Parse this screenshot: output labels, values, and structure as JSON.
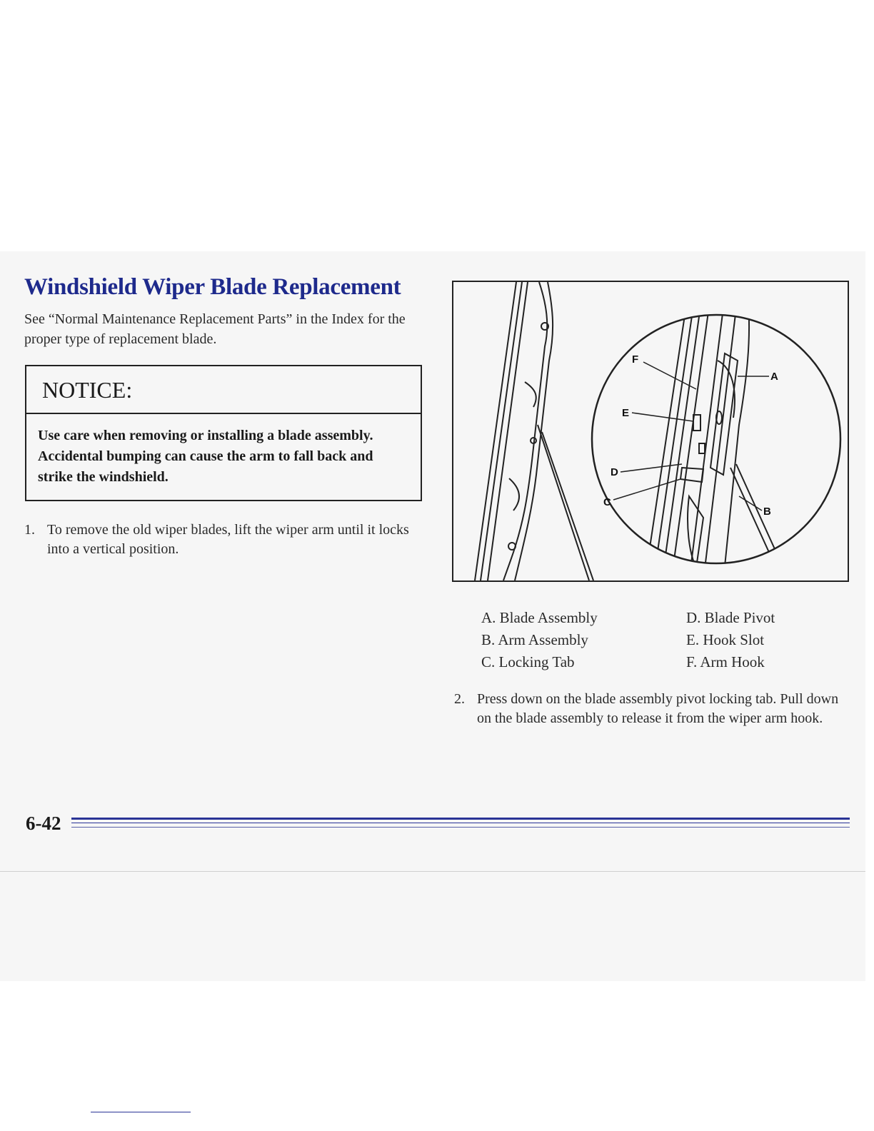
{
  "title": "Windshield Wiper Blade Replacement",
  "intro": "See “Normal Maintenance Replacement Parts” in the Index for the proper type of replacement blade.",
  "notice": {
    "heading": "NOTICE:",
    "body": "Use care when removing or installing a blade assembly. Accidental bumping can cause the arm to fall back and strike the windshield."
  },
  "steps": [
    {
      "number": "1.",
      "text": "To remove the old wiper blades, lift the wiper arm until it locks into a vertical position."
    },
    {
      "number": "2.",
      "text": "Press down on the blade assembly pivot locking tab. Pull down on the blade assembly to release it from the wiper arm hook."
    }
  ],
  "figure": {
    "callouts": {
      "a": "A",
      "b": "B",
      "c": "C",
      "d": "D",
      "e": "E",
      "f": "F"
    }
  },
  "legend": [
    "A. Blade Assembly",
    "B. Arm Assembly",
    "C. Locking Tab",
    "D. Blade Pivot",
    "E. Hook Slot",
    "F.  Arm Hook"
  ],
  "page_number": "6-42",
  "colors": {
    "title": "#1e2a8c",
    "rule": "#2a3496"
  }
}
